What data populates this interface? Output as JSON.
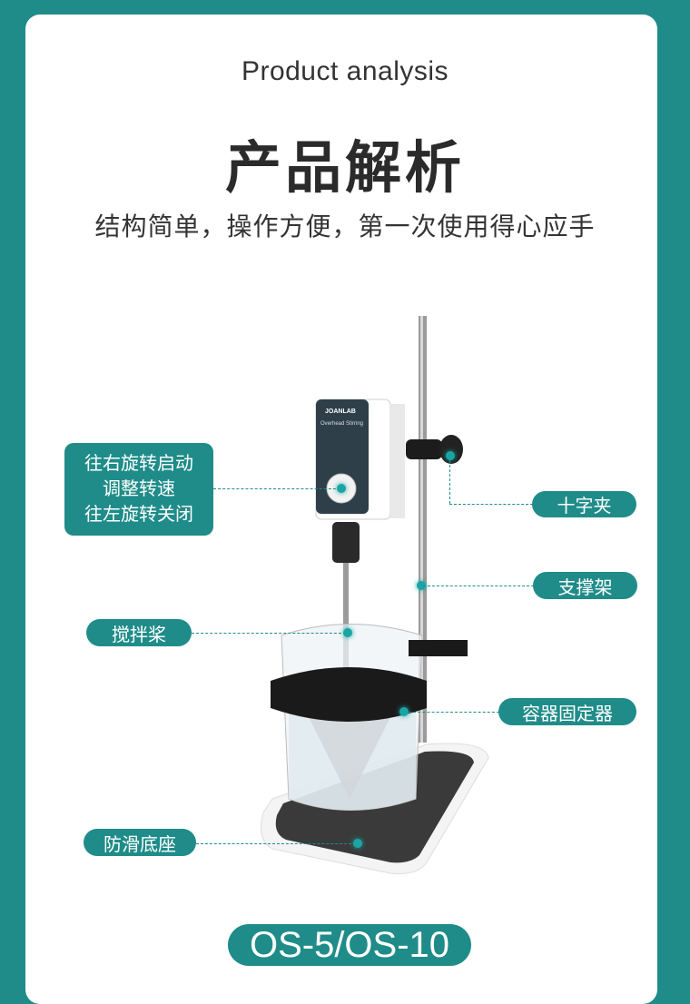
{
  "header": {
    "en_title": "Product analysis",
    "cn_title": "产品解析",
    "subtitle": "结构简单，操作方便，第一次使用得心应手"
  },
  "product": {
    "brand": "JOANLAB",
    "device_label": "Overhead Stirring",
    "model": "OS-5/OS-10"
  },
  "callouts": {
    "knob": [
      "往右旋转启动",
      "调整转速",
      "往左旋转关闭"
    ],
    "cross_clamp": "十字夹",
    "support_stand": "支撑架",
    "stirring_paddle": "搅拌桨",
    "container_holder": "容器固定器",
    "anti_slip_base": "防滑底座"
  },
  "colors": {
    "accent": "#1f8c89",
    "background": "#ffffff",
    "text": "#333333"
  }
}
